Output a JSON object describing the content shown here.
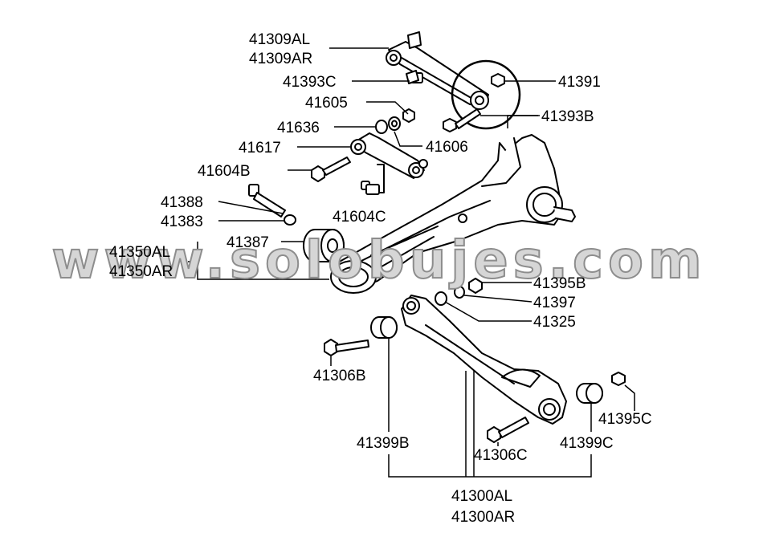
{
  "watermark": "www.solobujes.com",
  "colors": {
    "line": "#000000",
    "part_fill": "#ffffff",
    "watermark_fill": "#d6d6d6",
    "watermark_stroke": "#8d8d8d"
  },
  "labels": {
    "p41309AL": "41309AL",
    "p41309AR": "41309AR",
    "p41393C": "41393C",
    "p41391": "41391",
    "p41605": "41605",
    "p41393B": "41393B",
    "p41636": "41636",
    "p41606": "41606",
    "p41617": "41617",
    "p41604B": "41604B",
    "p41388": "41388",
    "p41604C": "41604C",
    "p41383": "41383",
    "p41387": "41387",
    "p41350AL": "41350AL",
    "p41350AR": "41350AR",
    "p41395B": "41395B",
    "p41397": "41397",
    "p41325": "41325",
    "p41306B": "41306B",
    "p41395C": "41395C",
    "p41399B": "41399B",
    "p41399C": "41399C",
    "p41306C": "41306C",
    "p41300AL": "41300AL",
    "p41300AR": "41300AR"
  }
}
